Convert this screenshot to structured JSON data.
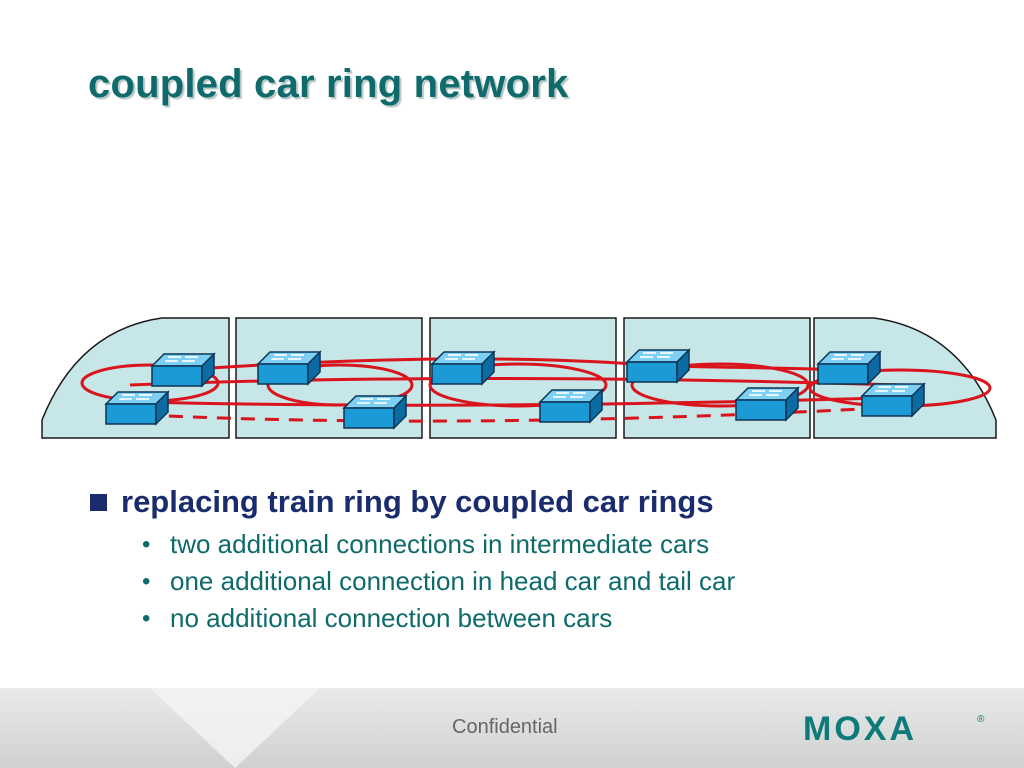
{
  "slide": {
    "title": "coupled car ring network",
    "main_bullet": "replacing train ring by coupled car rings",
    "sub_bullets": [
      "two additional connections in intermediate cars",
      "one additional connection in head car and tail car",
      "no additional connection between cars"
    ],
    "footer": "Confidential",
    "logo_text": "MOXA",
    "logo_mark": "®"
  },
  "diagram": {
    "cars": [
      "head-car",
      "car-2",
      "car-3",
      "car-4",
      "tail-car"
    ],
    "switch_icon": "network-switch-icon",
    "colors": {
      "car_fill": "#c7e6e8",
      "ring": "#d9141c",
      "switch": "#1b9ad6",
      "title": "#0f6b6b",
      "bullet": "#1a2c6e",
      "logo": "#0e7a7a"
    }
  }
}
